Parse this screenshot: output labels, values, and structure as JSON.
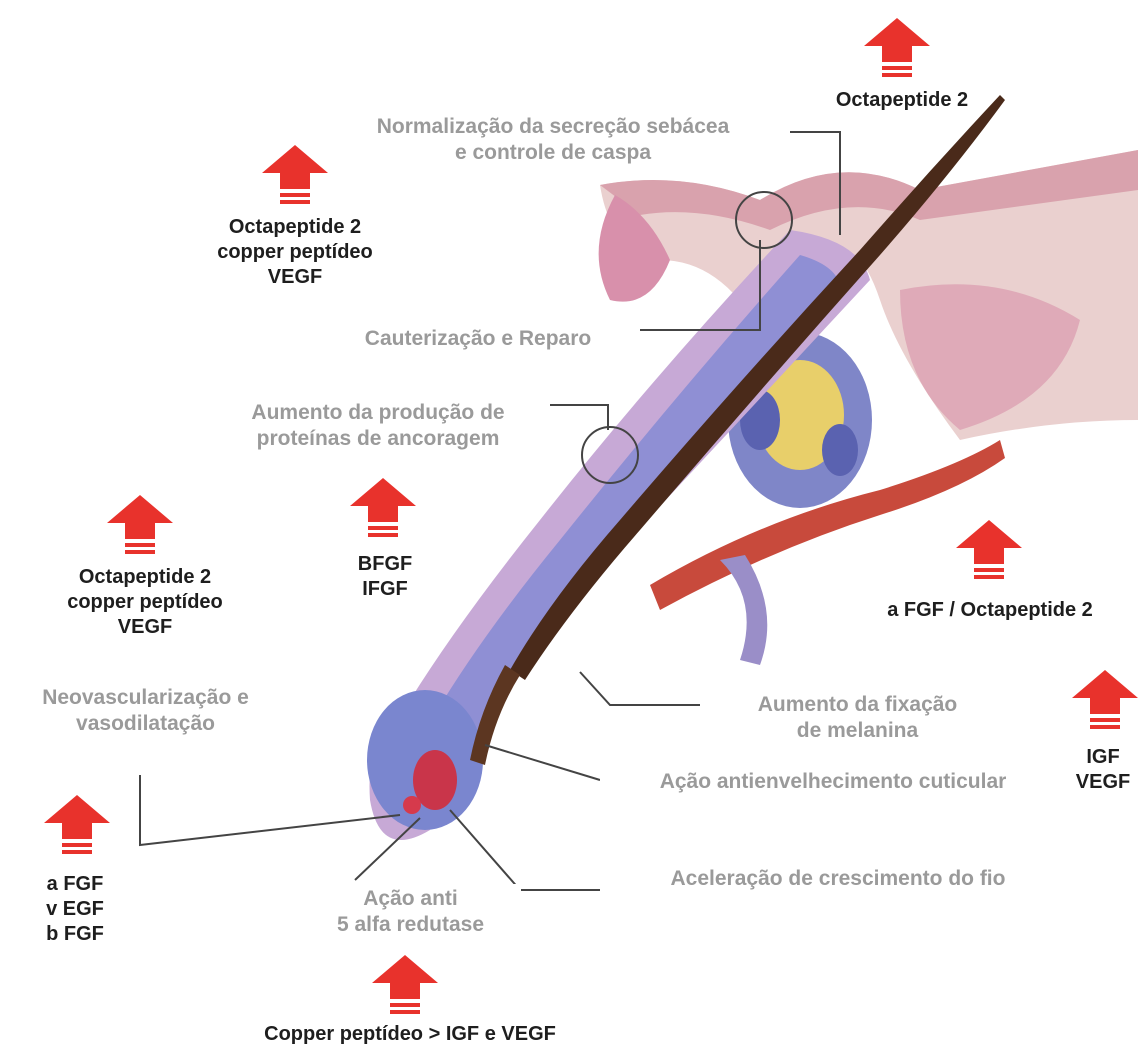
{
  "colors": {
    "arrow": "#e8322c",
    "label_grey": "#9a9a9a",
    "label_dark": "#1e1e1e",
    "skin": "#e9b9c4",
    "follicle": "#8f8fd4",
    "hair_shaft": "#4a2a1a",
    "gland": "#e8cf6a"
  },
  "arrows": [
    {
      "name": "arrow-octapeptide-top",
      "direction": "up"
    },
    {
      "name": "arrow-left-upper",
      "direction": "up"
    },
    {
      "name": "arrow-left-middle",
      "direction": "up"
    },
    {
      "name": "arrow-bfgf",
      "direction": "up"
    },
    {
      "name": "arrow-afgf-right",
      "direction": "up"
    },
    {
      "name": "arrow-igf-right",
      "direction": "up"
    },
    {
      "name": "arrow-left-lower",
      "direction": "up"
    },
    {
      "name": "arrow-bottom",
      "direction": "up"
    }
  ],
  "labels": {
    "octapeptide_top": "Octapeptide 2",
    "normalizacao": "Normalização da secreção sebácea\ne controle de caspa",
    "left_upper_group": "Octapeptide 2\ncopper peptídeo\nVEGF",
    "cauterizacao": "Cauterização e Reparo",
    "aumento_proteinas": "Aumento da produção de\nproteínas de ancoragem",
    "bfgf_group": "BFGF\nIFGF",
    "left_middle_group": "Octapeptide 2\ncopper peptídeo\nVEGF",
    "afgf_octapeptide": "a FGF / Octapeptide 2",
    "neovascularizacao": "Neovascularização e\nvasodilatação",
    "aumento_melanina": "Aumento da fixação\nde melanina",
    "igf_vegf": "IGF\nVEGF",
    "acao_antienvelhecimento": "Ação antienvelhecimento cuticular",
    "left_lower_group": "a FGF\nv EGF\nb FGF",
    "aceleracao": "Aceleração de crescimento do fio",
    "acao_anti": "Ação anti\n5 alfa redutase",
    "bottom": "Copper peptídeo > IGF e VEGF"
  }
}
